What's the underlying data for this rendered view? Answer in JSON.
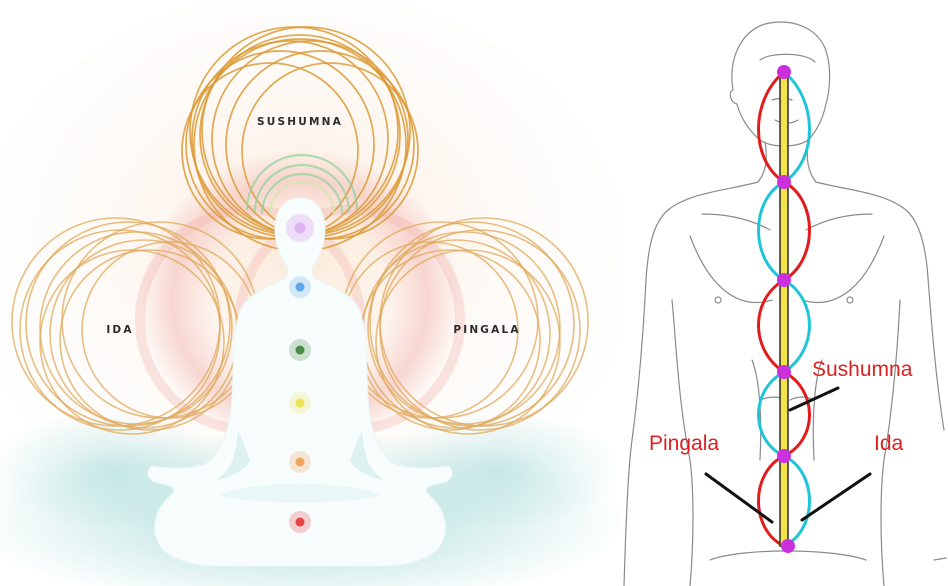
{
  "left_panel": {
    "labels": {
      "top": "SUSHUMNA",
      "left": "IDA",
      "right": "PINGALA"
    },
    "colors": {
      "ida_pingala_rings": "#e0a85a",
      "sushumna_rings": "#dc9a35",
      "crown_halo_green": "#8fd39b",
      "aura_red": "#f2b5b0",
      "background_warm": "#fbf3ec",
      "ground_teal": "#9fd8d4",
      "figure": "#f7fdfd"
    },
    "chakras": [
      {
        "name": "crown",
        "color": "#e0b4ef"
      },
      {
        "name": "throat",
        "color": "#5ea6e6"
      },
      {
        "name": "heart",
        "color": "#4c8a48"
      },
      {
        "name": "solar-plexus",
        "color": "#ece256"
      },
      {
        "name": "sacral",
        "color": "#f0a35a"
      },
      {
        "name": "root",
        "color": "#e84545"
      }
    ]
  },
  "right_panel": {
    "labels": {
      "sushumna": "Sushumna",
      "pingala": "Pingala",
      "ida": "Ida"
    },
    "colors": {
      "label": "#dd2020",
      "ida_channel": "#1ec4d8",
      "pingala_channel": "#e01c1c",
      "sushumna_channel": "#f2e34a",
      "chakra_points": "#cc2fdd",
      "outline": "#8a8a8a",
      "pointer": "#111111"
    }
  }
}
